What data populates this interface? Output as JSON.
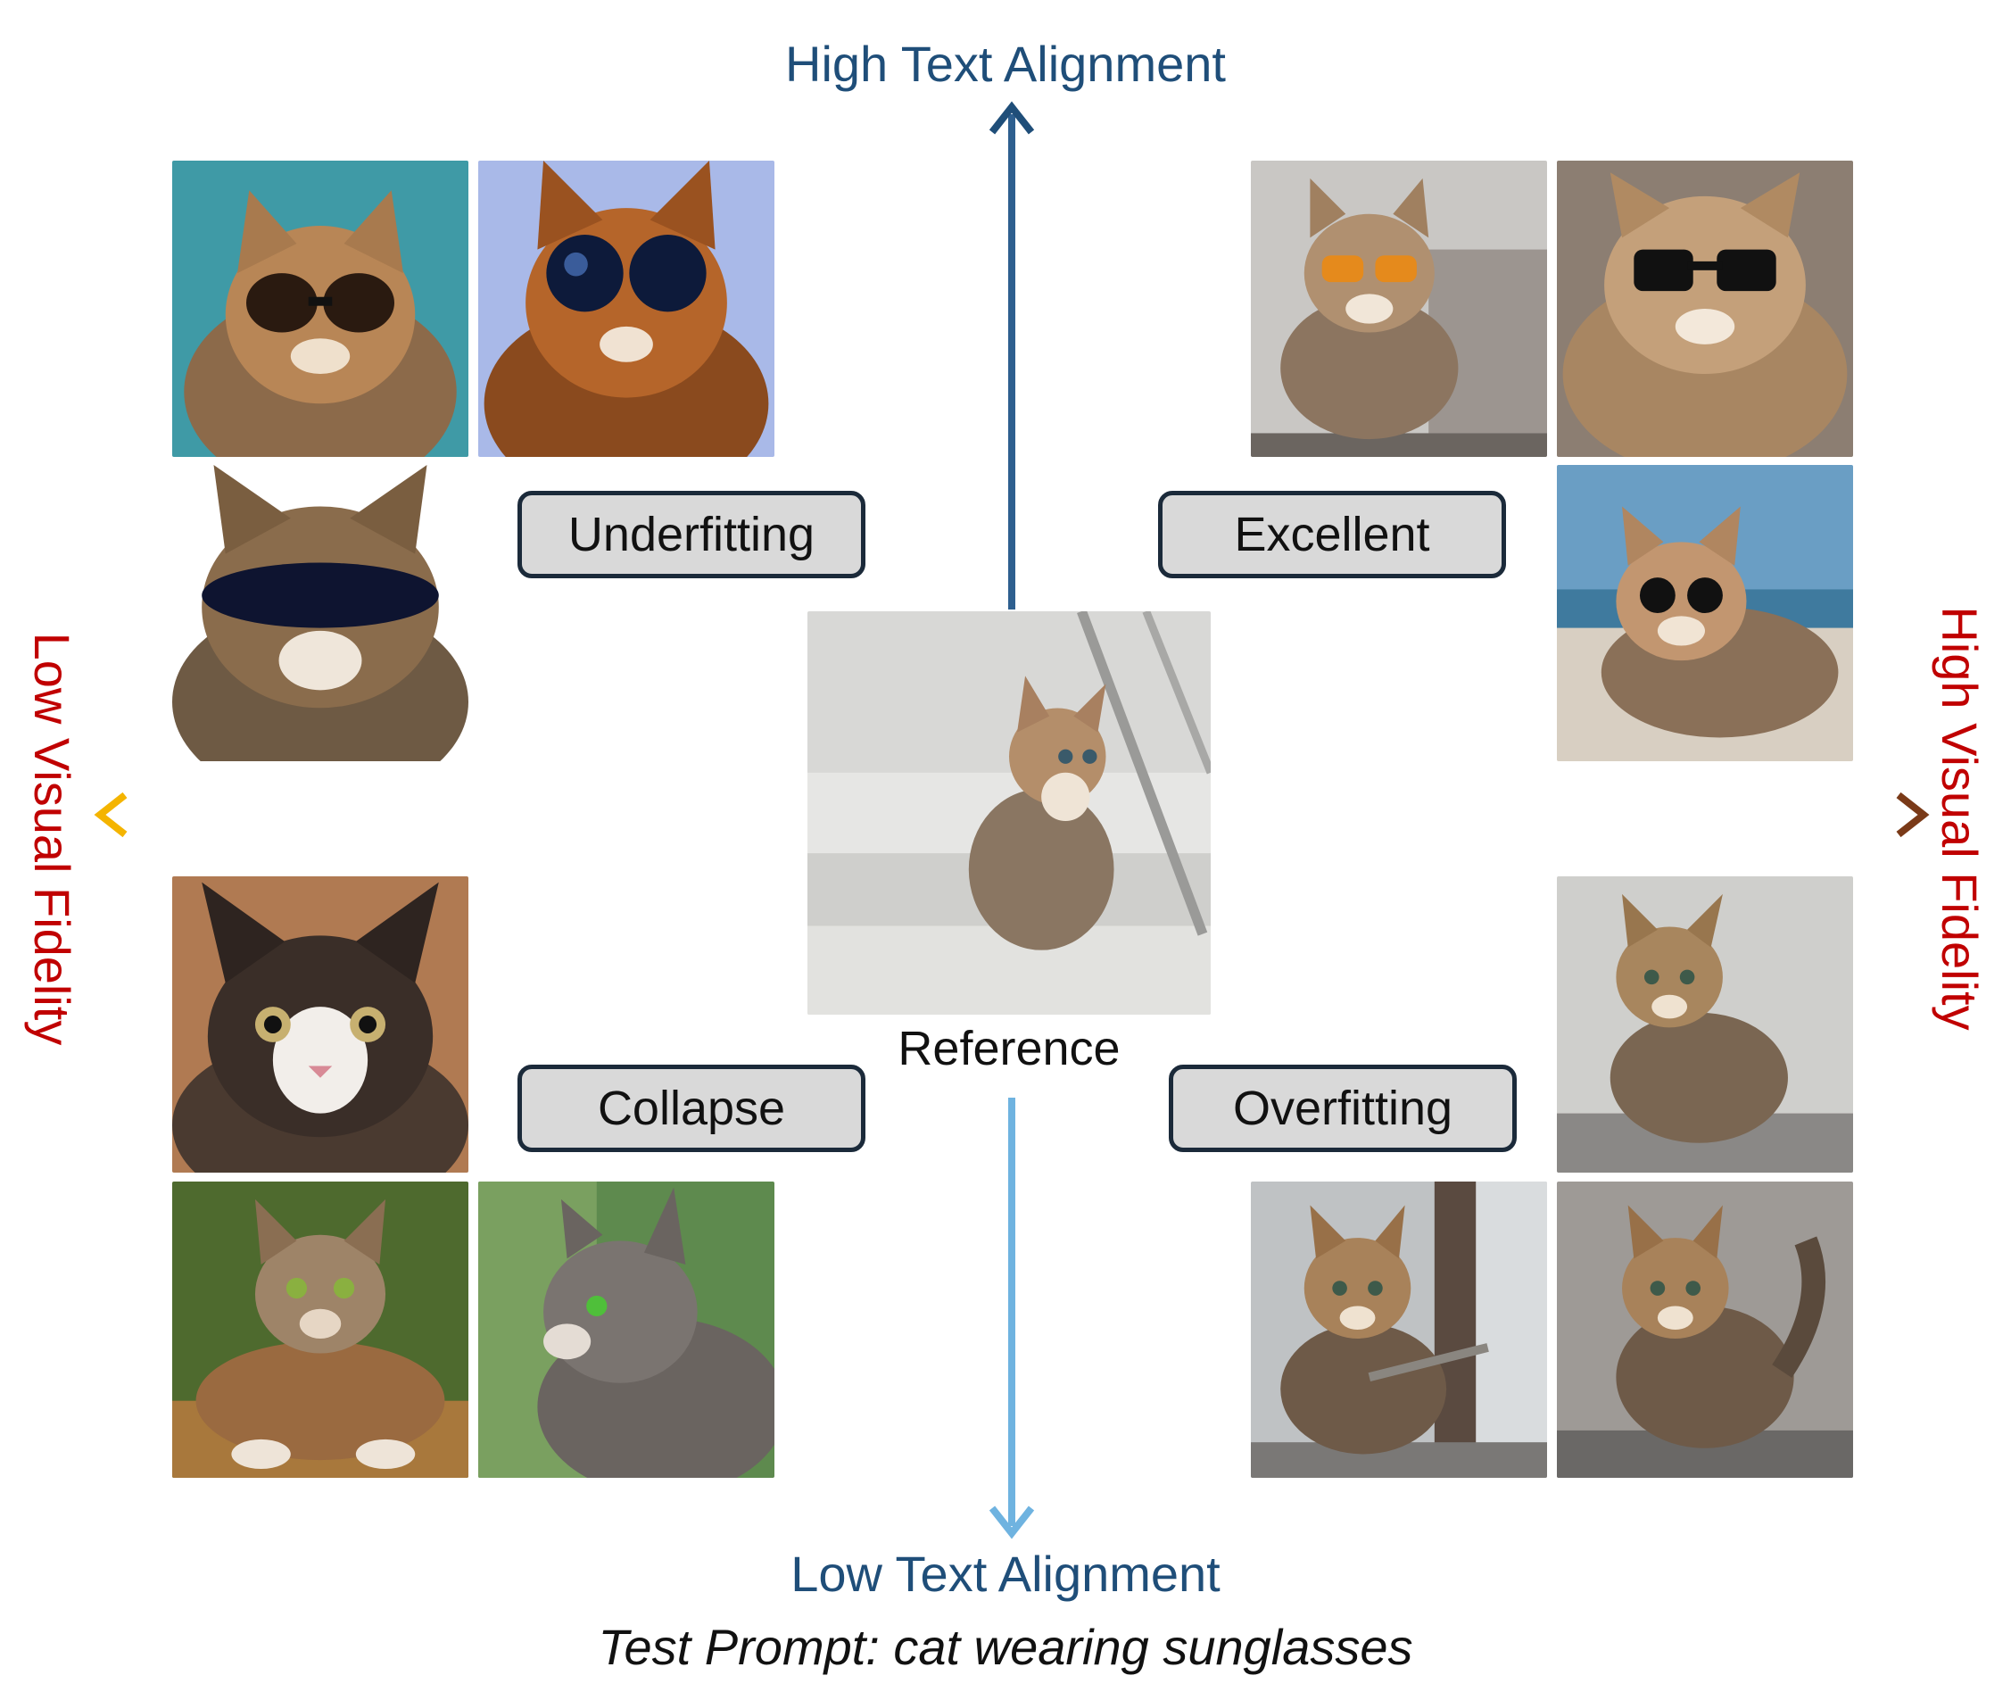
{
  "axes": {
    "top": {
      "label": "High Text Alignment",
      "color": "#1f4e79"
    },
    "bottom": {
      "label": "Low Text Alignment",
      "color": "#1f4e79"
    },
    "left": {
      "label": "Low Visual Fidelity",
      "color": "#c00000"
    },
    "right": {
      "label": "High Visual Fidelity",
      "color": "#c00000"
    }
  },
  "quadrants": {
    "top_left": {
      "label": "Underfitting"
    },
    "top_right": {
      "label": "Excellent"
    },
    "bottom_left": {
      "label": "Collapse"
    },
    "bottom_right": {
      "label": "Overfitting"
    }
  },
  "reference": {
    "caption": "Reference"
  },
  "prompt": "Test Prompt: cat wearing sunglasses",
  "colors": {
    "arrow_up": "#2e5f8f",
    "arrow_down": "#6fb3e0",
    "arrow_left": "#f4b400",
    "arrow_right_start": "#e0a080",
    "arrow_right_end": "#7a3a18",
    "tag_fill": "#d9d9d9",
    "tag_border": "#1b2a3a"
  }
}
